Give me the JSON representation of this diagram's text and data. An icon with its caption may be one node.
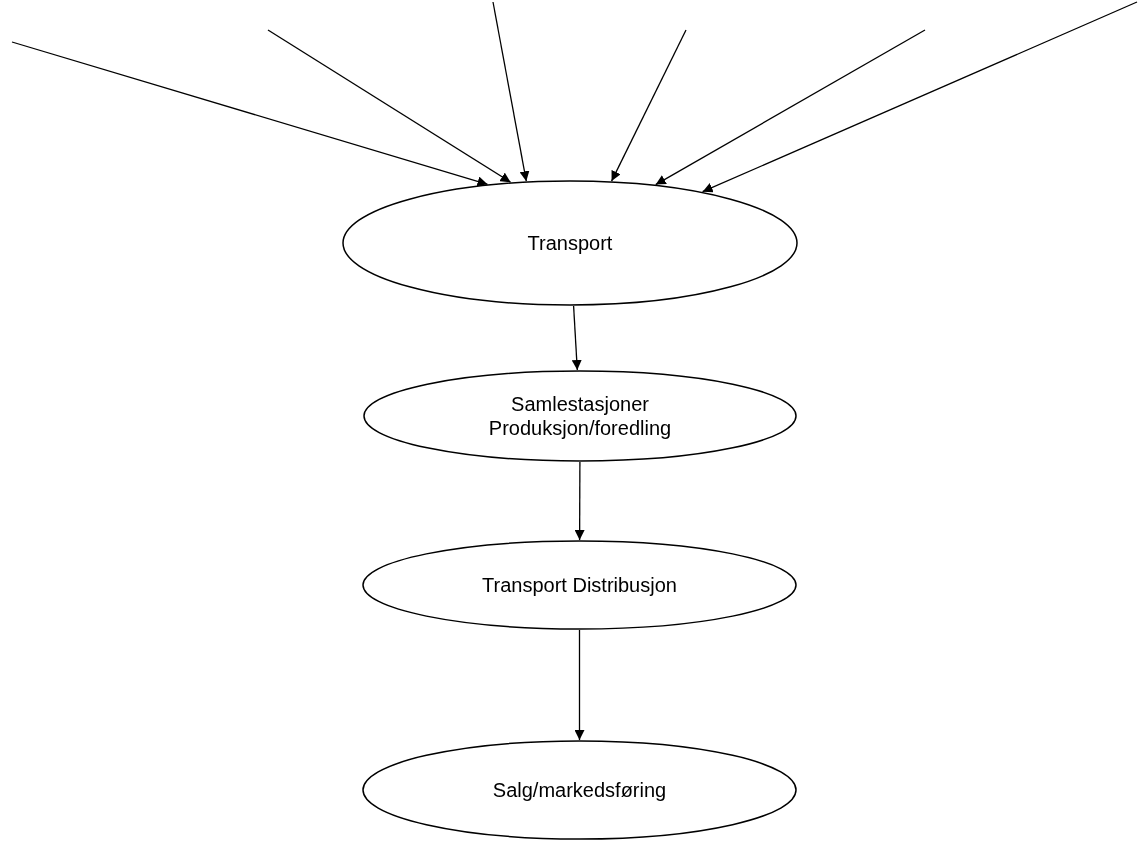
{
  "diagram": {
    "nodes": [
      {
        "text": [
          "Transport"
        ]
      },
      {
        "text": [
          "Samlestasjoner Produksjon/foredling"
        ]
      },
      {
        "text": [
          "Transport Distribusjon"
        ]
      },
      {
        "text": [
          "Salg/markedsføring"
        ]
      }
    ],
    "edges": [
      {
        "from": null,
        "to": 0,
        "arrow": "to"
      },
      {
        "from": null,
        "to": 0,
        "arrow": "to"
      },
      {
        "from": null,
        "to": 0,
        "arrow": "to"
      },
      {
        "from": null,
        "to": 0,
        "arrow": "to"
      },
      {
        "from": null,
        "to": 0,
        "arrow": "to"
      },
      {
        "from": null,
        "to": 0,
        "arrow": "to"
      },
      {
        "from": 0,
        "to": 1,
        "arrow": "to"
      },
      {
        "from": 1,
        "to": 2,
        "arrow": "to"
      },
      {
        "from": 2,
        "to": 3,
        "arrow": "to"
      }
    ]
  }
}
